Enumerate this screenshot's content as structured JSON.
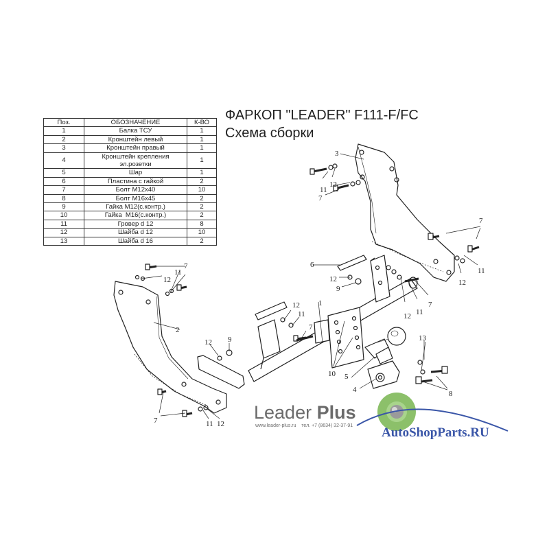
{
  "title": "ФАРКОП \"LEADER\" F111-F/FC",
  "subtitle": "Схема сборки",
  "table": {
    "headers": [
      "Поз.",
      "ОБОЗНАЧЕНИЕ",
      "К-ВО"
    ],
    "rows": [
      [
        "1",
        "Балка ТСУ",
        "1"
      ],
      [
        "2",
        "Кронштейн левый",
        "1"
      ],
      [
        "3",
        "Кронштейн правый",
        "1"
      ],
      [
        "4",
        "Кронштейн крепления\nэл.розетки",
        "1"
      ],
      [
        "5",
        "Шар",
        "1"
      ],
      [
        "6",
        "Пластина с гайкой",
        "2"
      ],
      [
        "7",
        "Болт М12х40",
        "10"
      ],
      [
        "8",
        "Болт М16х45",
        "2"
      ],
      [
        "9",
        "Гайка М12(с.контр.)",
        "2"
      ],
      [
        "10",
        "Гайка  М16(с.контр.)",
        "2"
      ],
      [
        "11",
        "Гровер d 12",
        "8"
      ],
      [
        "12",
        "Шайба d 12",
        "10"
      ],
      [
        "13",
        "Шайба d 16",
        "2"
      ]
    ]
  },
  "callouts": [
    "1",
    "2",
    "3",
    "4",
    "5",
    "6",
    "7",
    "8",
    "9",
    "10",
    "11",
    "12",
    "13"
  ],
  "brand": {
    "name_light": "Leader ",
    "name_bold": "Plus",
    "contact": "www.leader-plus.ru    тел. +7 (8634) 32-37-91"
  },
  "watermark": "AutoShopParts.RU",
  "colors": {
    "line": "#222222",
    "brand_gray": "#6b6b6b",
    "brand_green": "#8cc06a",
    "shop_blue": "#3a56a8"
  }
}
